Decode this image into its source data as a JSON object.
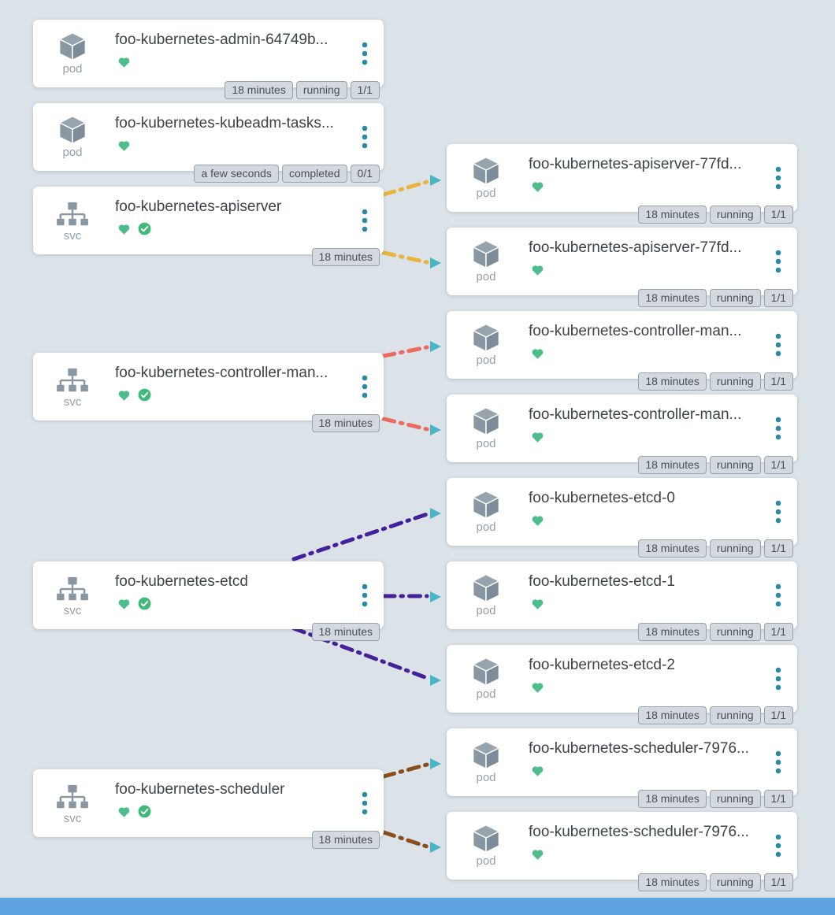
{
  "colors": {
    "background": "#dbe2e8",
    "card": "#ffffff",
    "arrowhead": "#49b6c6",
    "heart": "#4dbd8c",
    "check_circle": "#42b97c",
    "kebab_menu": "#2d89a7",
    "badge_bg": "#d3d9de",
    "bottom_bar": "#5ea4e0",
    "edge_apiserver": "#e8b43c",
    "edge_controller": "#ec6a5e",
    "edge_etcd": "#44209a",
    "edge_scheduler": "#8a4d1c"
  },
  "icons": {
    "pod": "cube-icon",
    "svc": "hierarchy-icon",
    "health": "heart-icon",
    "ready": "check-circle-icon",
    "menu": "kebab-menu-icon",
    "edge_end": "arrowhead-icon"
  },
  "nodes": {
    "left": [
      {
        "type": "pod",
        "title": "foo-kubernetes-admin-64749b...",
        "age": "18 minutes",
        "status": "running",
        "ready": "1/1"
      },
      {
        "type": "pod",
        "title": "foo-kubernetes-kubeadm-tasks...",
        "age": "a few seconds",
        "status": "completed",
        "ready": "0/1"
      },
      {
        "type": "svc",
        "title": "foo-kubernetes-apiserver",
        "age": "18 minutes"
      },
      {
        "type": "svc",
        "title": "foo-kubernetes-controller-man...",
        "age": "18 minutes"
      },
      {
        "type": "svc",
        "title": "foo-kubernetes-etcd",
        "age": "18 minutes"
      },
      {
        "type": "svc",
        "title": "foo-kubernetes-scheduler",
        "age": "18 minutes"
      }
    ],
    "right": [
      {
        "type": "pod",
        "title": "foo-kubernetes-apiserver-77fd...",
        "age": "18 minutes",
        "status": "running",
        "ready": "1/1"
      },
      {
        "type": "pod",
        "title": "foo-kubernetes-apiserver-77fd...",
        "age": "18 minutes",
        "status": "running",
        "ready": "1/1"
      },
      {
        "type": "pod",
        "title": "foo-kubernetes-controller-man...",
        "age": "18 minutes",
        "status": "running",
        "ready": "1/1"
      },
      {
        "type": "pod",
        "title": "foo-kubernetes-controller-man...",
        "age": "18 minutes",
        "status": "running",
        "ready": "1/1"
      },
      {
        "type": "pod",
        "title": "foo-kubernetes-etcd-0",
        "age": "18 minutes",
        "status": "running",
        "ready": "1/1"
      },
      {
        "type": "pod",
        "title": "foo-kubernetes-etcd-1",
        "age": "18 minutes",
        "status": "running",
        "ready": "1/1"
      },
      {
        "type": "pod",
        "title": "foo-kubernetes-etcd-2",
        "age": "18 minutes",
        "status": "running",
        "ready": "1/1"
      },
      {
        "type": "pod",
        "title": "foo-kubernetes-scheduler-7976...",
        "age": "18 minutes",
        "status": "running",
        "ready": "1/1"
      },
      {
        "type": "pod",
        "title": "foo-kubernetes-scheduler-7976...",
        "age": "18 minutes",
        "status": "running",
        "ready": "1/1"
      }
    ]
  },
  "edges": [
    {
      "from": "foo-kubernetes-apiserver",
      "to": "foo-kubernetes-apiserver-77fd... (pod 1)",
      "color": "#e8b43c"
    },
    {
      "from": "foo-kubernetes-apiserver",
      "to": "foo-kubernetes-apiserver-77fd... (pod 2)",
      "color": "#e8b43c"
    },
    {
      "from": "foo-kubernetes-controller-man...",
      "to": "foo-kubernetes-controller-man... (pod 1)",
      "color": "#ec6a5e"
    },
    {
      "from": "foo-kubernetes-controller-man...",
      "to": "foo-kubernetes-controller-man... (pod 2)",
      "color": "#ec6a5e"
    },
    {
      "from": "foo-kubernetes-etcd",
      "to": "foo-kubernetes-etcd-0",
      "color": "#44209a"
    },
    {
      "from": "foo-kubernetes-etcd",
      "to": "foo-kubernetes-etcd-1",
      "color": "#44209a"
    },
    {
      "from": "foo-kubernetes-etcd",
      "to": "foo-kubernetes-etcd-2",
      "color": "#44209a"
    },
    {
      "from": "foo-kubernetes-scheduler",
      "to": "foo-kubernetes-scheduler-7976... (pod 1)",
      "color": "#8a4d1c"
    },
    {
      "from": "foo-kubernetes-scheduler",
      "to": "foo-kubernetes-scheduler-7976... (pod 2)",
      "color": "#8a4d1c"
    }
  ]
}
